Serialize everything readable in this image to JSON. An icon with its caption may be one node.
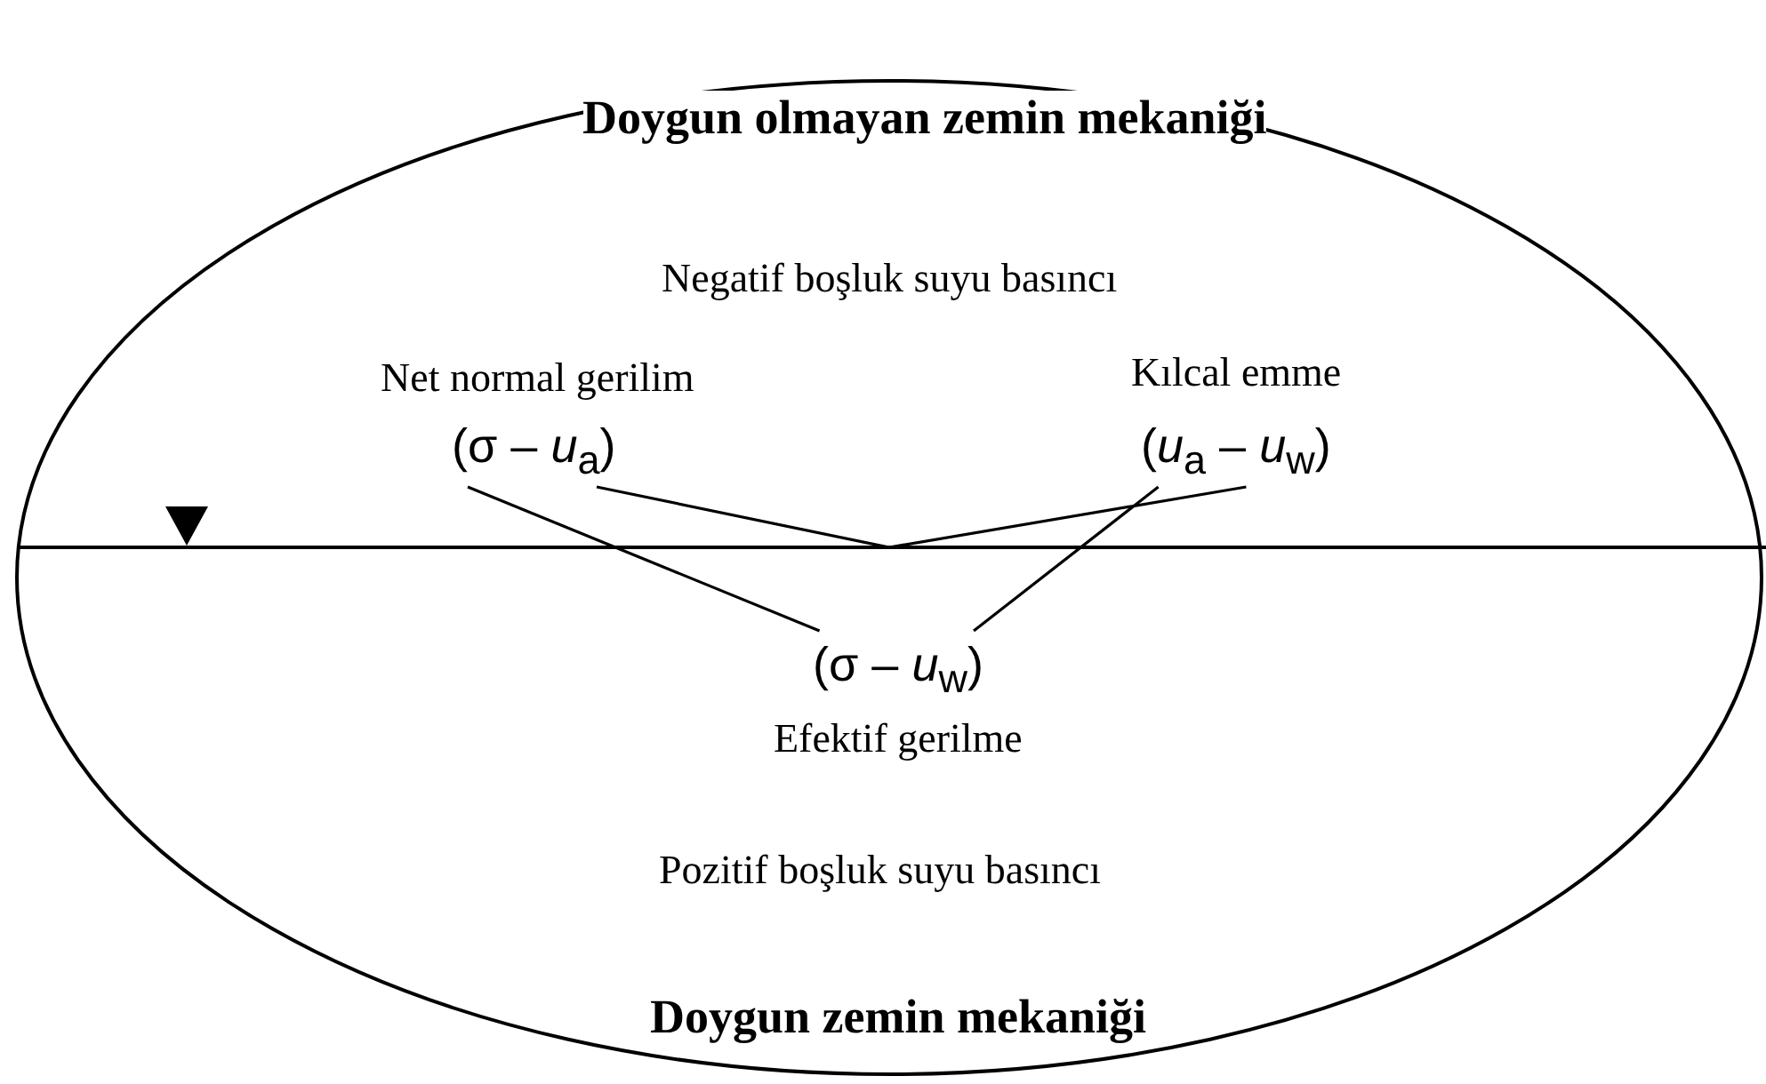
{
  "diagram": {
    "nodes": [
      {
        "text": [
          "Doygun olmayan zemin mekaniği",
          "Negatif boşluk suyu basıncı",
          "Pozitif boşluk suyu basıncı",
          "Doygun zemin mekaniği"
        ]
      },
      {
        "text": [
          "Net normal gerilim",
          "(σ – *u*$_{a}$)"
        ],
        "in": 0
      },
      {
        "text": [
          "Kılcal emme",
          "(*u*$_{a}$ – *u*$_{w}$)"
        ],
        "in": 0
      },
      {
        "text": [
          "(σ – *u*$_{w}$)",
          "Efektif gerilme"
        ],
        "in": 0
      }
    ],
    "edges": [
      {
        "from": 1,
        "to": 2,
        "arrow": "none"
      },
      {
        "from": 1,
        "to": 3,
        "arrow": "none"
      },
      {
        "from": 2,
        "to": 3,
        "arrow": "none"
      }
    ]
  }
}
